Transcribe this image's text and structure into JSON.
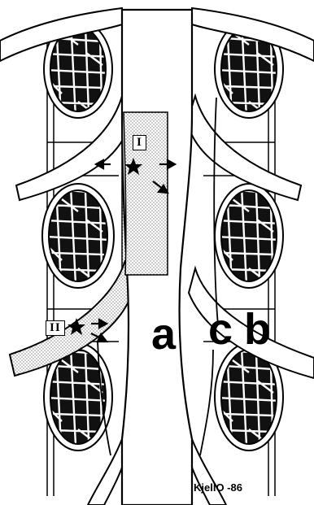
{
  "labels": {
    "spinal_cord": "a",
    "spinal_nerve": "b",
    "nerve_root": "c",
    "region_one": "I",
    "region_two": "II"
  },
  "signature": "KjellO -86",
  "icons": {
    "star": "star-icon",
    "arrow": "arrow-icon"
  }
}
